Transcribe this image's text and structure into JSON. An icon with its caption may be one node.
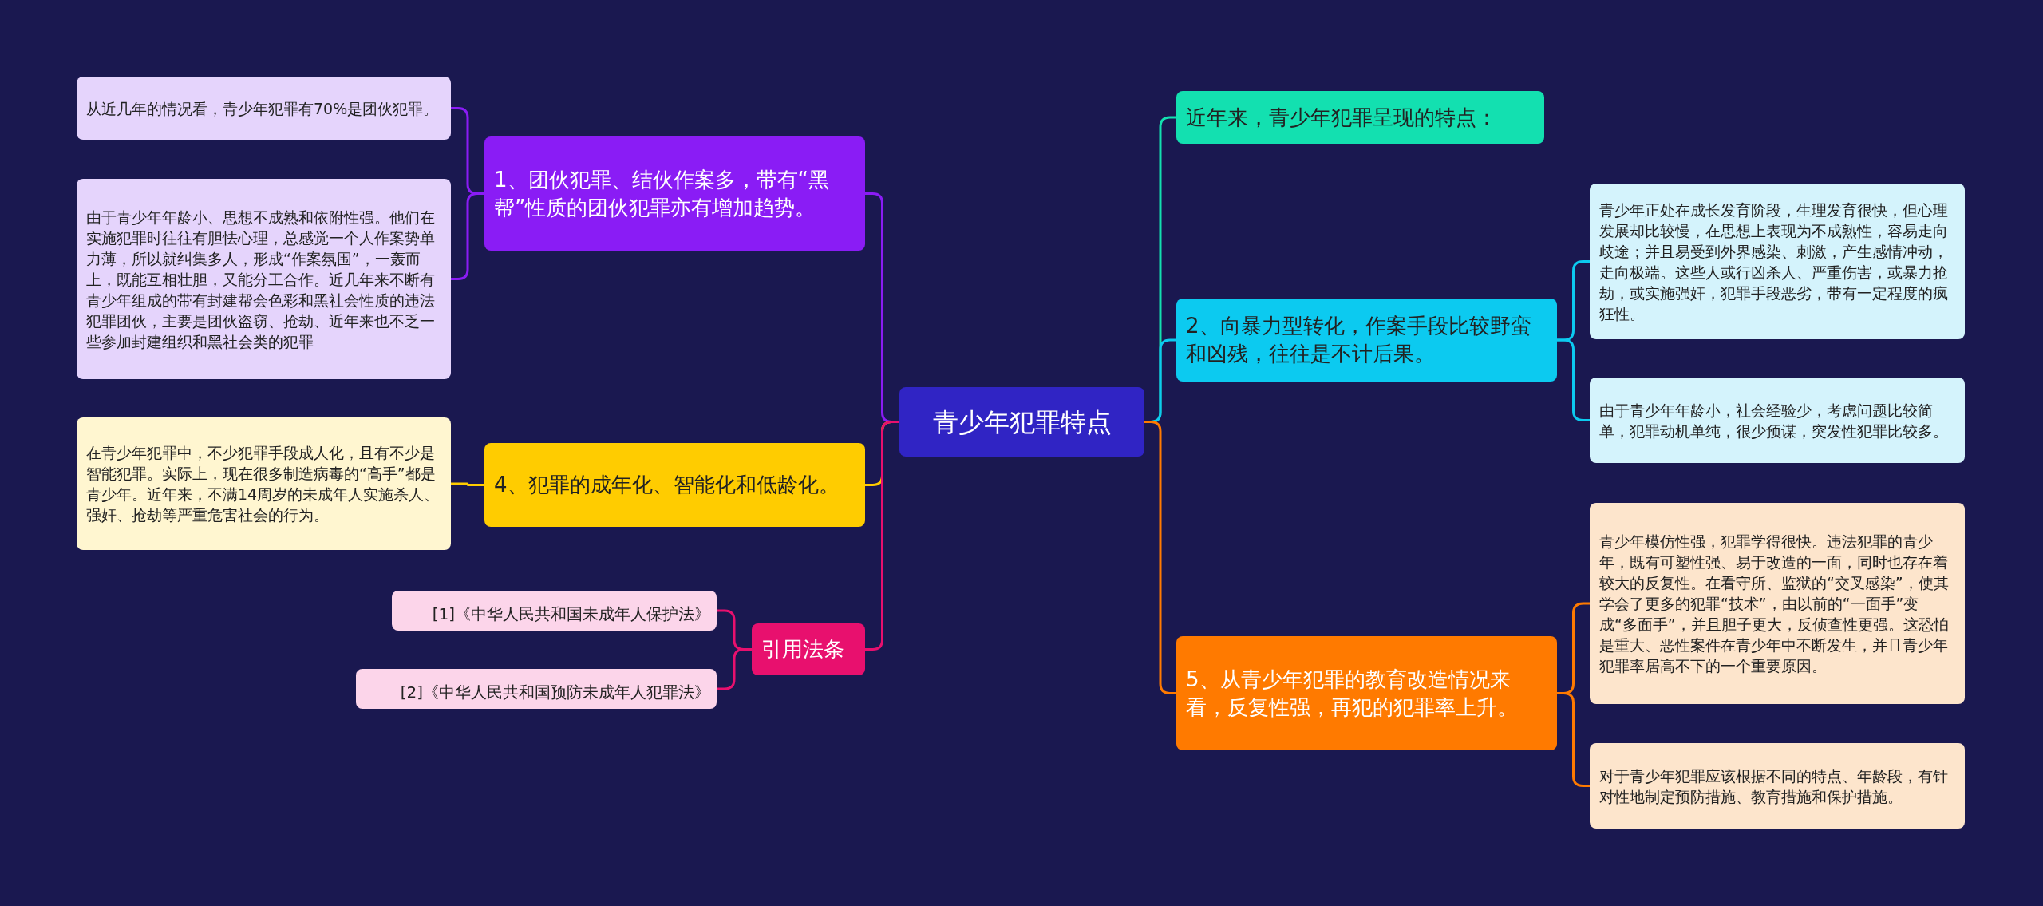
{
  "diagram": {
    "nodes": [
      {
        "text": [
          "青少年犯罪特点"
        ]
      },
      {
        "text": [
          "1、团伙犯罪、结伙作案多，带有“黑帮”性质的团伙犯罪亦有增加趋势。"
        ]
      },
      {
        "text": [
          "从近几年的情况看，青少年犯罪有70%是团伙犯罪。"
        ]
      },
      {
        "text": [
          "由于青少年年龄小、思想不成熟和依附性强。他们在实施犯罪时往往有胆怯心理，总感觉一个人作案势单力薄，所以就纠集多人，形成“作案氛围”，一轰而上，既能互相壮胆，又能分工合作。近几年来不断有青少年组成的带有封建帮会色彩和黑社会性质的违法犯罪团伙，主要是团伙盗窃、抢劫、近年来也不乏一些参加封建组织和黑社会类的犯罪"
        ]
      },
      {
        "text": [
          "4、犯罪的成年化、智能化和低龄化。"
        ]
      },
      {
        "text": [
          "在青少年犯罪中，不少犯罪手段成人化，且有不少是智能犯罪。实际上，现在很多制造病毒的“高手”都是青少年。近年来，不满14周岁的未成年人实施杀人、强奸、抢劫等严重危害社会的行为。"
        ]
      },
      {
        "text": [
          "引用法条"
        ]
      },
      {
        "text": [
          "[1]《中华人民共和国未成年人保护法》"
        ]
      },
      {
        "text": [
          "[2]《中华人民共和国预防未成年人犯罪法》"
        ]
      },
      {
        "text": [
          "近年来，青少年犯罪呈现的特点："
        ]
      },
      {
        "text": [
          "2、向暴力型转化，作案手段比较野蛮和凶残，往往是不计后果。"
        ]
      },
      {
        "text": [
          "青少年正处在成长发育阶段，生理发育很快，但心理发展却比较慢，在思想上表现为不成熟性，容易走向歧途；并且易受到外界感染、刺激，产生感情冲动，走向极端。这些人或行凶杀人、严重伤害，或暴力抢劫，或实施强奸，犯罪手段恶劣，带有一定程度的疯狂性。"
        ]
      },
      {
        "text": [
          "由于青少年年龄小，社会经验少，考虑问题比较简单，犯罪动机单纯，很少预谋，突发性犯罪比较多。"
        ]
      },
      {
        "text": [
          "5、从青少年犯罪的教育改造情况来看，反复性强，再犯的犯罪率上升。"
        ]
      },
      {
        "text": [
          "青少年模仿性强，犯罪学得很快。违法犯罪的青少年，既有可塑性强、易于改造的一面，同时也存在着较大的反复性。在看守所、监狱的“交叉感染”，使其学会了更多的犯罪“技术”，由以前的“一面手”变成“多面手”，并且胆子更大，反侦查性更强。这恐怕是重大、恶性案件在青少年中不断发生，并且青少年犯罪率居高不下的一个重要原因。"
        ]
      },
      {
        "text": [
          "对于青少年犯罪应该根据不同的特点、年龄段，有针对性地制定预防措施、教育措施和保护措施。"
        ]
      }
    ],
    "edges": [
      {
        "from": 0,
        "to": 1,
        "arrow": "none",
        "color": "#8a1cf5"
      },
      {
        "from": 1,
        "to": 2,
        "arrow": "none",
        "color": "#8a1cf5"
      },
      {
        "from": 1,
        "to": 3,
        "arrow": "none",
        "color": "#8a1cf5"
      },
      {
        "from": 0,
        "to": 4,
        "arrow": "none",
        "color": "#ffcc00"
      },
      {
        "from": 4,
        "to": 5,
        "arrow": "none",
        "color": "#ffcc00"
      },
      {
        "from": 0,
        "to": 6,
        "arrow": "none",
        "color": "#e8106e"
      },
      {
        "from": 6,
        "to": 7,
        "arrow": "none",
        "color": "#e8106e"
      },
      {
        "from": 6,
        "to": 8,
        "arrow": "none",
        "color": "#e8106e"
      },
      {
        "from": 0,
        "to": 9,
        "arrow": "none",
        "color": "#13e0b0"
      },
      {
        "from": 0,
        "to": 10,
        "arrow": "none",
        "color": "#0ccaf0"
      },
      {
        "from": 10,
        "to": 11,
        "arrow": "none",
        "color": "#0ccaf0"
      },
      {
        "from": 10,
        "to": 12,
        "arrow": "none",
        "color": "#0ccaf0"
      },
      {
        "from": 0,
        "to": 13,
        "arrow": "none",
        "color": "#ff7a00"
      },
      {
        "from": 13,
        "to": 14,
        "arrow": "none",
        "color": "#ff7a00"
      },
      {
        "from": 13,
        "to": 15,
        "arrow": "none",
        "color": "#ff7a00"
      }
    ]
  }
}
